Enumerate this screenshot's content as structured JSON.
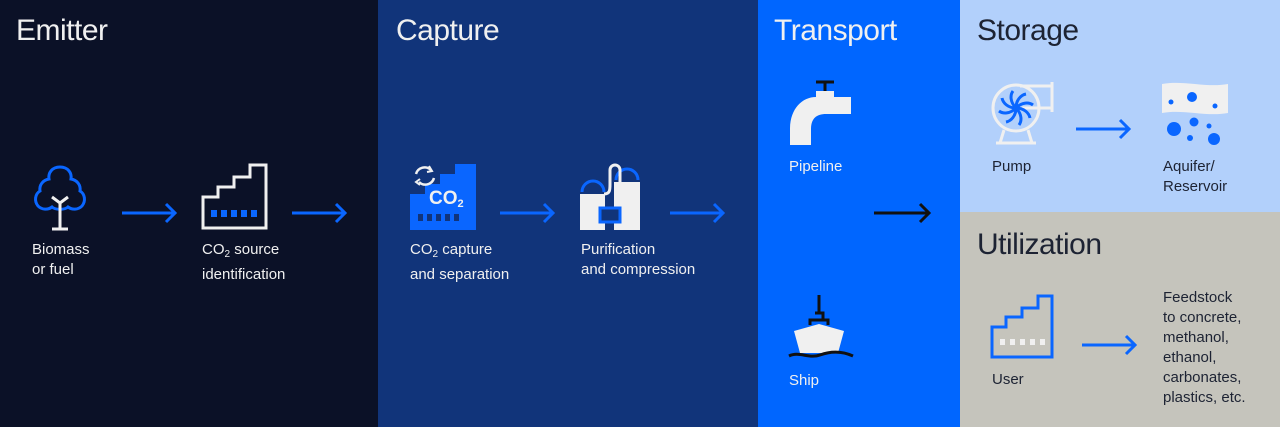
{
  "colors": {
    "emitter": "#0b1127",
    "capture": "#11347a",
    "transport": "#0066ff",
    "storage": "#b2d0fb",
    "utilization": "#c5c4bc",
    "accent": "#0066ff"
  },
  "emitter": {
    "title": "Emitter",
    "items": [
      {
        "line1": "Biomass",
        "line2": "or fuel",
        "icon": "tree-icon"
      },
      {
        "pre": "CO",
        "sub": "2",
        "line1": " source",
        "line2": "identification",
        "icon": "factory-icon"
      }
    ]
  },
  "capture": {
    "title": "Capture",
    "items": [
      {
        "pre": "CO",
        "sub": "2",
        "line1": " capture",
        "line2": "and separation",
        "icon": "co2-capture-icon",
        "icon_text": "CO",
        "icon_sub": "2"
      },
      {
        "line1": "Purification",
        "line2": "and compression",
        "icon": "compressor-icon"
      }
    ]
  },
  "transport": {
    "title": "Transport",
    "items": [
      {
        "label": "Pipeline",
        "icon": "pipeline-faucet-icon"
      },
      {
        "label": "Ship",
        "icon": "ship-icon"
      }
    ]
  },
  "storage": {
    "title": "Storage",
    "items": [
      {
        "label": "Pump",
        "icon": "pump-icon"
      },
      {
        "line1": "Aquifer/",
        "line2": "Reservoir",
        "icon": "aquifer-icon"
      }
    ]
  },
  "utilization": {
    "title": "Utilization",
    "items": [
      {
        "label": "User",
        "icon": "factory-icon"
      },
      {
        "lines": [
          "Feedstock",
          "to concrete,",
          "methanol,",
          "ethanol,",
          "carbonates,",
          "plastics, etc."
        ]
      }
    ]
  }
}
